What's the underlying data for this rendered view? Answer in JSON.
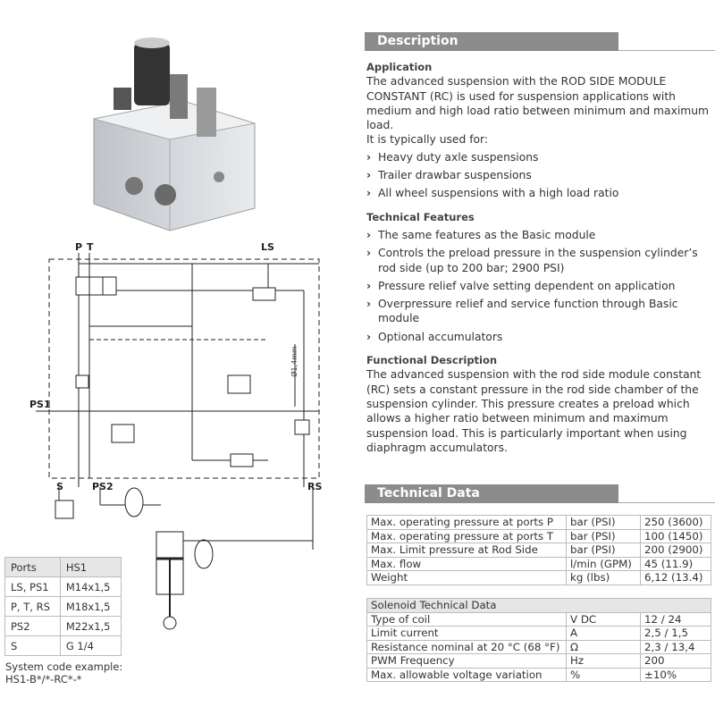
{
  "description": {
    "title": "Description",
    "application_heading": "Application",
    "application_text": "The advanced suspension with the ROD SIDE MODULE CONSTANT (RC) is used for suspension applications with medium and high load ratio between minimum and maximum load.",
    "typically_used": "It is typically used for:",
    "uses": [
      "Heavy duty axle suspensions",
      "Trailer drawbar suspensions",
      "All wheel suspensions with a high load ratio"
    ],
    "features_heading": "Technical Features",
    "features": [
      "The same features as the Basic module",
      "Controls the preload pressure in the suspension cylinder’s rod side (up to 200 bar; 2900 PSI)",
      "Pressure relief valve setting dependent on application",
      "Overpressure relief and service function through Basic module",
      "Optional accumulators"
    ],
    "functional_heading": "Functional Description",
    "functional_text": "The advanced suspension with the rod side module constant (RC) sets a constant pressure in the rod side chamber of the suspension cylinder. This pressure creates a preload which allows a higher ratio between minimum and maximum suspension load. This is particularly important when using diaphragm accumulators."
  },
  "technical_data": {
    "title": "Technical Data",
    "rows": [
      [
        "Max. operating pressure at ports P",
        "bar (PSI)",
        "250 (3600)"
      ],
      [
        "Max. operating pressure at ports T",
        "bar (PSI)",
        "100 (1450)"
      ],
      [
        "Max. Limit pressure at Rod Side",
        "bar (PSI)",
        "200 (2900)"
      ],
      [
        "Max. flow",
        "l/min (GPM)",
        "45 (11.9)"
      ],
      [
        "Weight",
        "kg (lbs)",
        "6,12 (13.4)"
      ]
    ],
    "solenoid_header": "Solenoid Technical Data",
    "solenoid_rows": [
      [
        "Type of coil",
        "V DC",
        "12 / 24"
      ],
      [
        "Limit current",
        "A",
        "2,5 / 1,5"
      ],
      [
        "Resistance nominal at 20 °C (68 °F)",
        "Ω",
        "2,3 / 13,4"
      ],
      [
        "PWM Frequency",
        "Hz",
        "200"
      ],
      [
        "Max. allowable voltage variation",
        "%",
        "±10%"
      ]
    ]
  },
  "ports": {
    "header": [
      "Ports",
      "HS1"
    ],
    "rows": [
      [
        "LS, PS1",
        "M14x1,5"
      ],
      [
        "P, T, RS",
        "M18x1,5"
      ],
      [
        "PS2",
        "M22x1,5"
      ],
      [
        "S",
        "G 1/4"
      ]
    ],
    "system_code_label": "System code example:",
    "system_code": "HS1-B*/*-RC*-*"
  },
  "schematic": {
    "labels": {
      "p": "P",
      "t": "T",
      "ls": "LS",
      "ps1": "PS1",
      "s": "S",
      "ps2": "PS2",
      "rs": "RS",
      "orifice": "Ø1,4mm"
    }
  }
}
